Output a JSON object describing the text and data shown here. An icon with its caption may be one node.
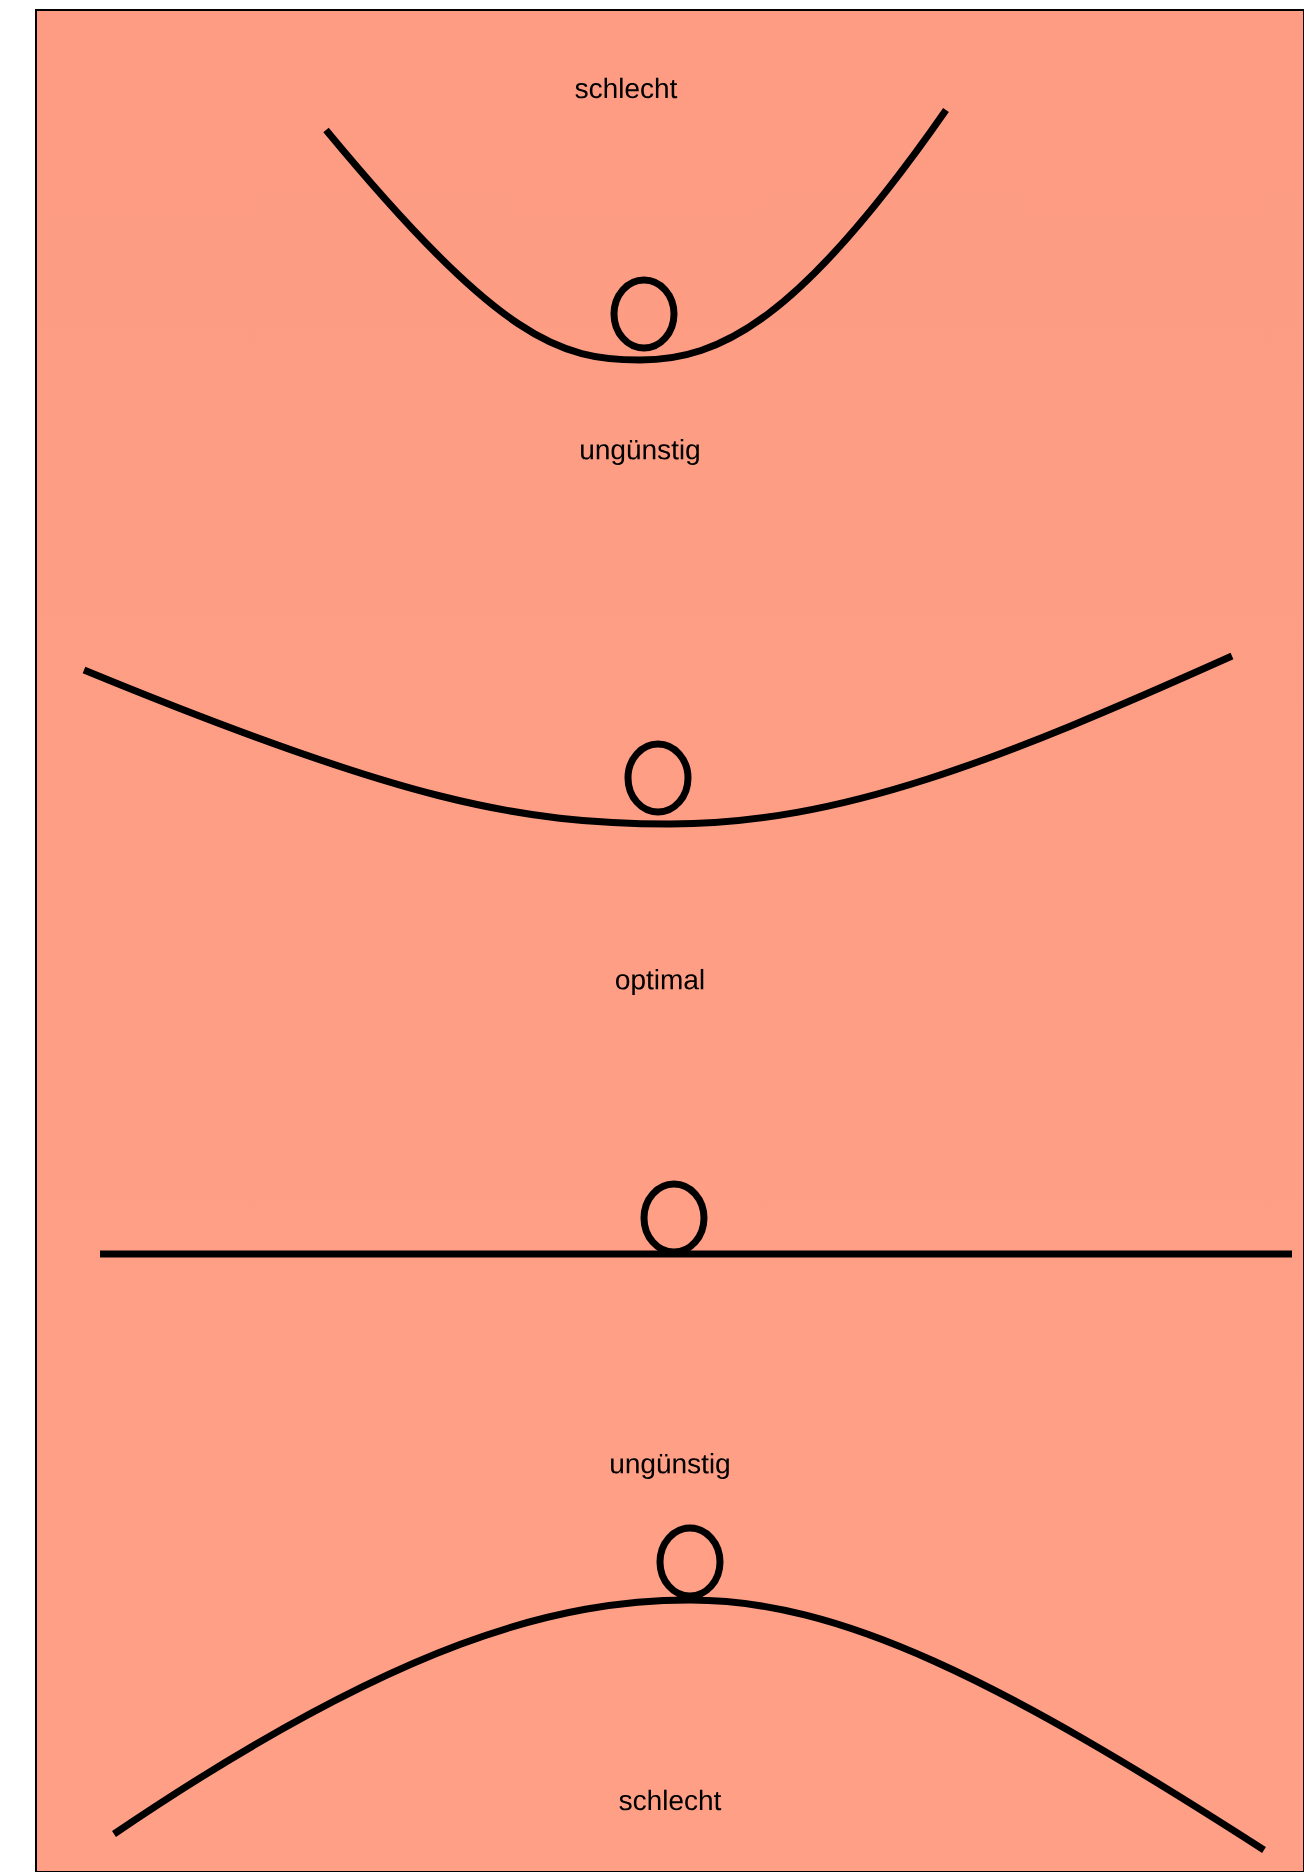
{
  "diagram": {
    "labels": [
      "schlecht",
      "ungünstig",
      "optimal",
      "ungünstig",
      "schlecht"
    ]
  }
}
